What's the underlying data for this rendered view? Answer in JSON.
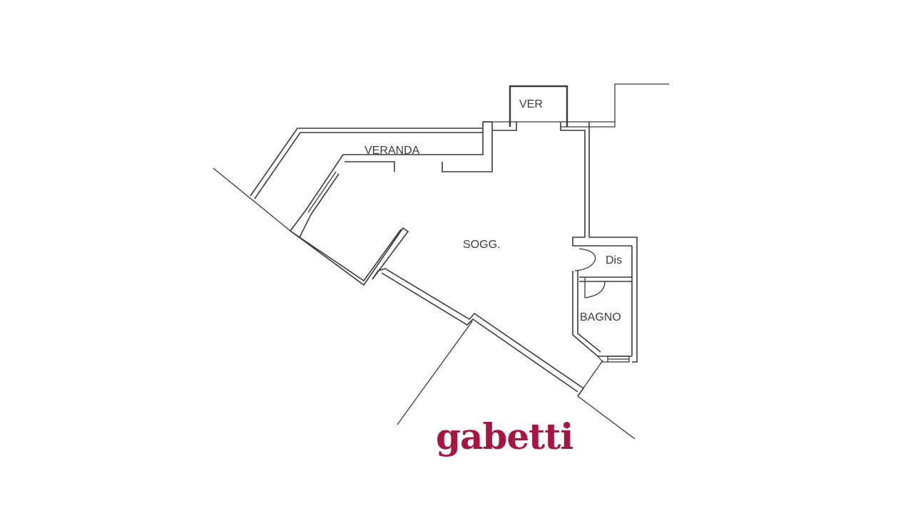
{
  "floorplan": {
    "rooms": [
      {
        "id": "ver",
        "label": "VER"
      },
      {
        "id": "veranda",
        "label": "VERANDA"
      },
      {
        "id": "soggiorno",
        "label": "SOGG."
      },
      {
        "id": "disimpegno",
        "label": "Dis"
      },
      {
        "id": "bagno",
        "label": "BAGNO"
      }
    ]
  },
  "brand": {
    "logo_text": "gabetti",
    "color": "#a51742"
  }
}
